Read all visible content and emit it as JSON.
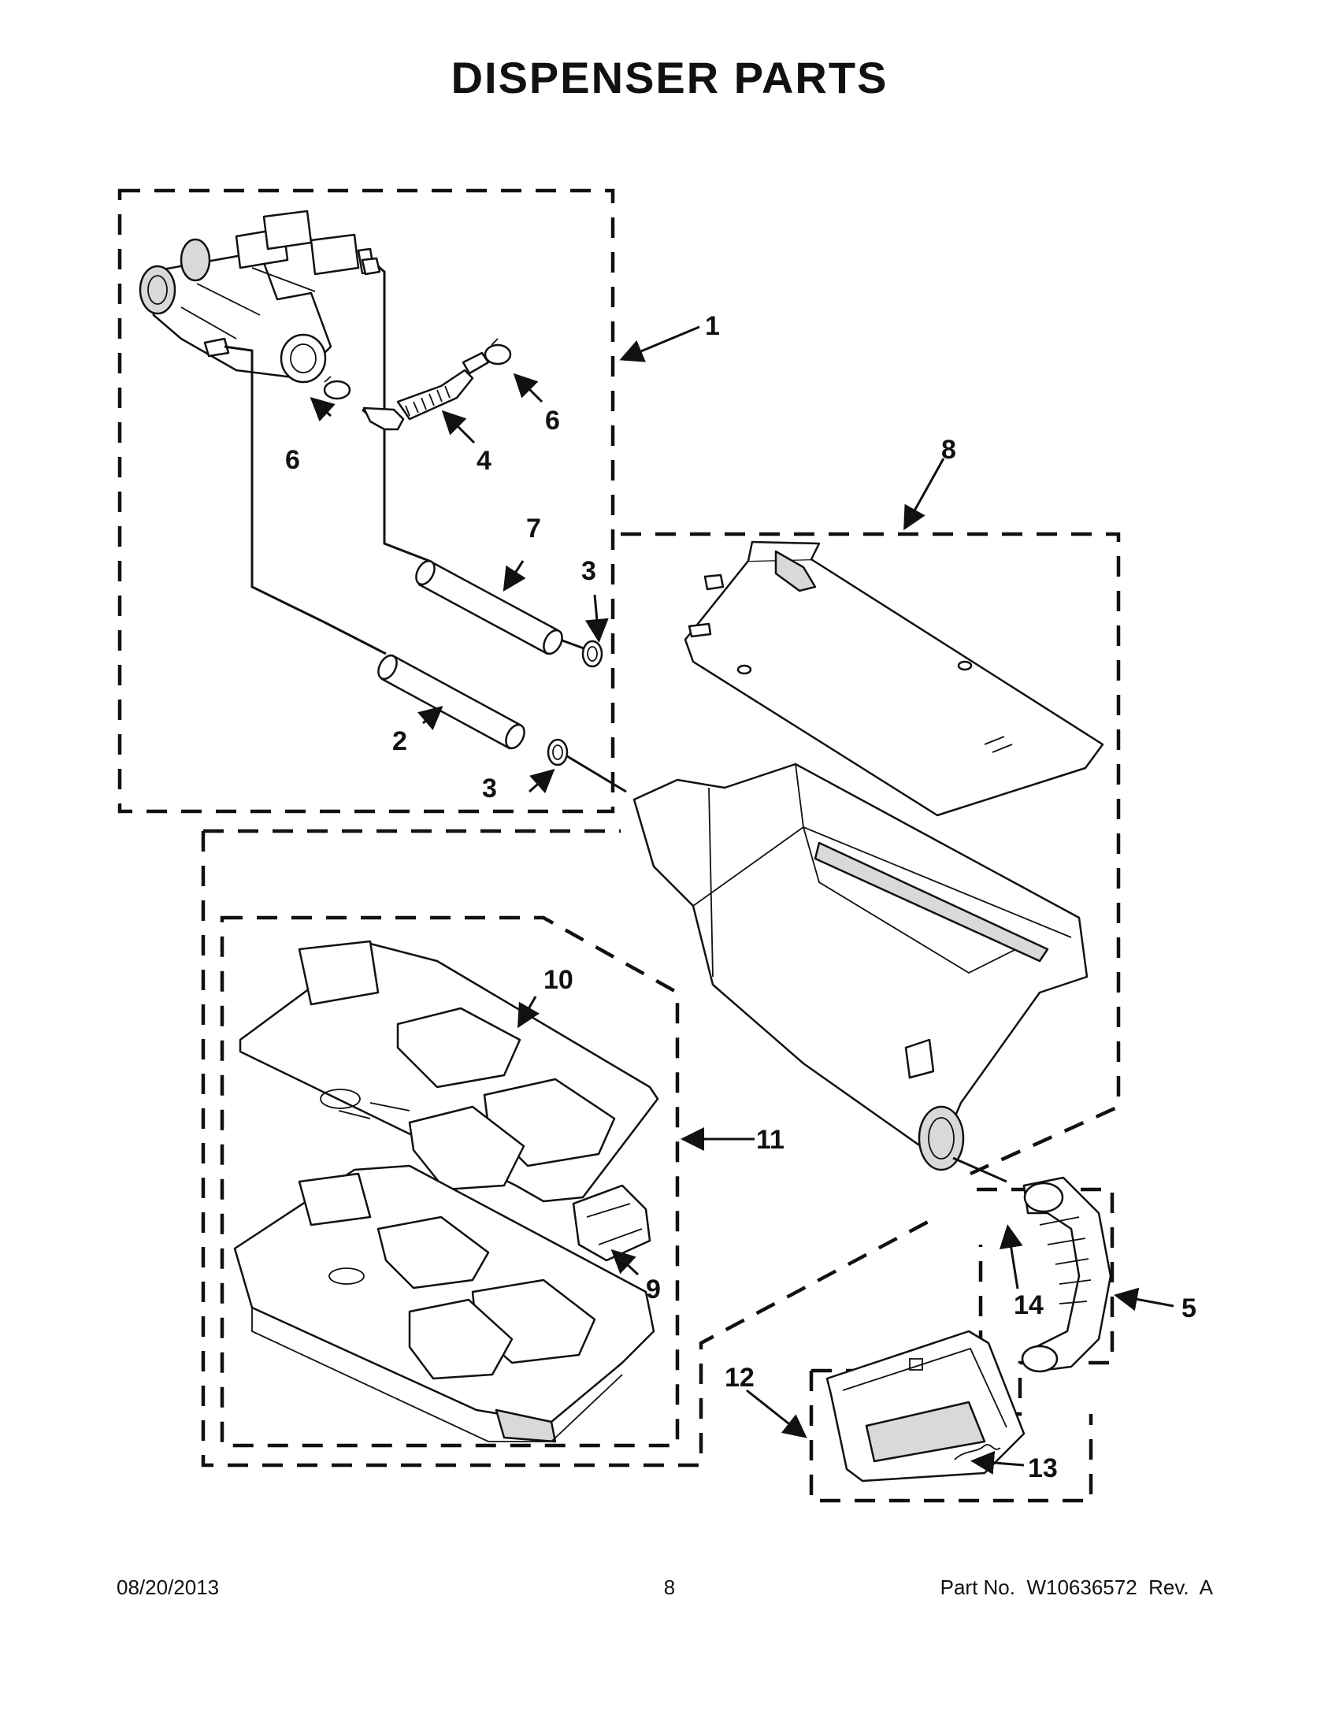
{
  "title": "DISPENSER PARTS",
  "callouts": {
    "c1": "1",
    "c2": "2",
    "c3a": "3",
    "c3b": "3",
    "c4": "4",
    "c5": "5",
    "c6a": "6",
    "c6b": "6",
    "c7": "7",
    "c8": "8",
    "c9": "9",
    "c10": "10",
    "c11": "11",
    "c12": "12",
    "c13": "13",
    "c14": "14"
  },
  "footer": {
    "date": "08/20/2013",
    "page": "8",
    "part_no": "Part No.  W10636572  Rev.  A"
  }
}
